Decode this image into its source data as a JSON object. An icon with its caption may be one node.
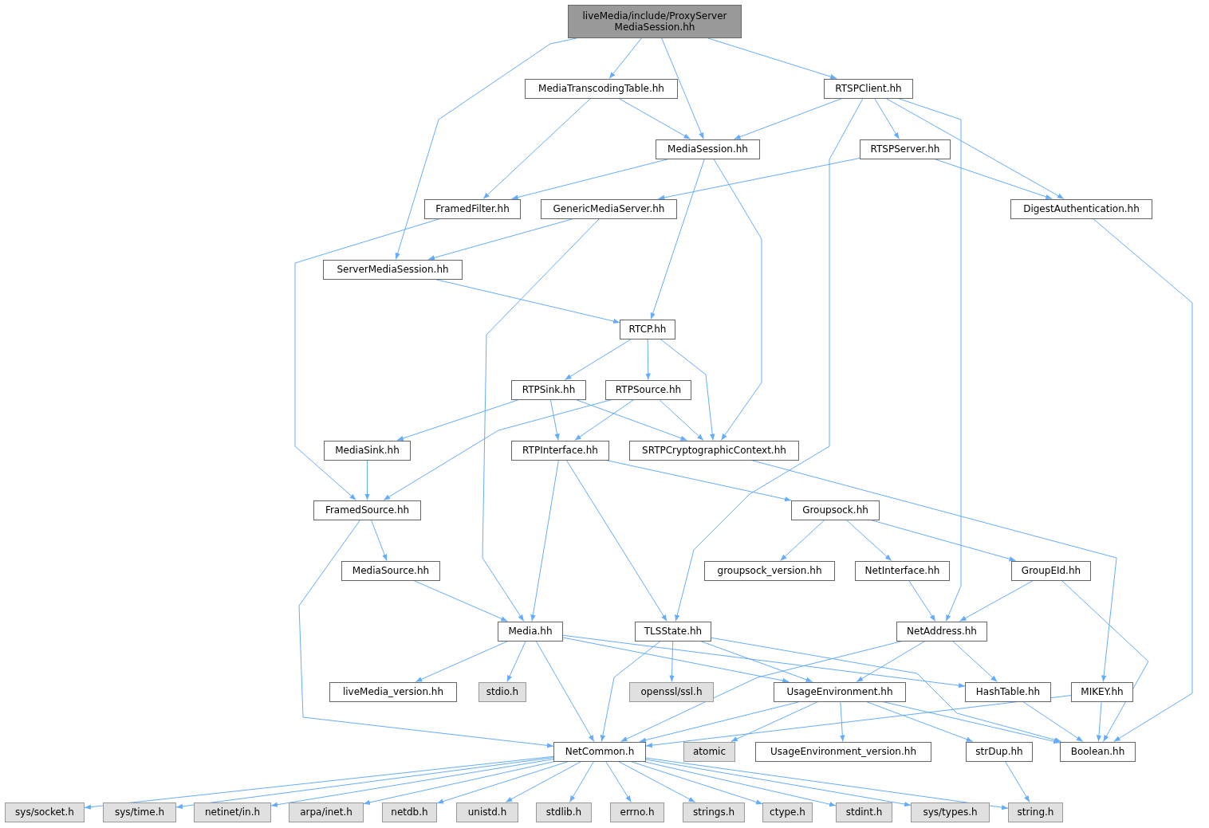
{
  "diagram": {
    "nodes": [
      {
        "text": [
          "liveMedia/include/ProxyServer MediaSession.hh"
        ]
      },
      {
        "text": [
          "MediaTranscodingTable.hh"
        ]
      },
      {
        "text": [
          "MediaSession.hh"
        ]
      },
      {
        "text": [
          "RTSPClient.hh"
        ]
      },
      {
        "text": [
          "RTSPServer.hh"
        ]
      },
      {
        "text": [
          "FramedFilter.hh"
        ]
      },
      {
        "text": [
          "GenericMediaServer.hh"
        ]
      },
      {
        "text": [
          "DigestAuthentication.hh"
        ]
      },
      {
        "text": [
          "ServerMediaSession.hh"
        ]
      },
      {
        "text": [
          "RTCP.hh"
        ]
      },
      {
        "text": [
          "RTPSink.hh"
        ]
      },
      {
        "text": [
          "RTPSource.hh"
        ]
      },
      {
        "text": [
          "MediaSink.hh"
        ]
      },
      {
        "text": [
          "RTPInterface.hh"
        ]
      },
      {
        "text": [
          "SRTPCryptographicContext.hh"
        ]
      },
      {
        "text": [
          "FramedSource.hh"
        ]
      },
      {
        "text": [
          "Groupsock.hh"
        ]
      },
      {
        "text": [
          "MediaSource.hh"
        ]
      },
      {
        "text": [
          "groupsock_version.hh"
        ]
      },
      {
        "text": [
          "NetInterface.hh"
        ]
      },
      {
        "text": [
          "GroupEId.hh"
        ]
      },
      {
        "text": [
          "Media.hh"
        ]
      },
      {
        "text": [
          "TLSState.hh"
        ]
      },
      {
        "text": [
          "NetAddress.hh"
        ]
      },
      {
        "text": [
          "liveMedia_version.hh"
        ]
      },
      {
        "text": [
          "stdio.h"
        ]
      },
      {
        "text": [
          "openssl/ssl.h"
        ]
      },
      {
        "text": [
          "UsageEnvironment.hh"
        ]
      },
      {
        "text": [
          "HashTable.hh"
        ]
      },
      {
        "text": [
          "MIKEY.hh"
        ]
      },
      {
        "text": [
          "NetCommon.h"
        ]
      },
      {
        "text": [
          "atomic"
        ]
      },
      {
        "text": [
          "UsageEnvironment_version.hh"
        ]
      },
      {
        "text": [
          "strDup.hh"
        ]
      },
      {
        "text": [
          "Boolean.hh"
        ]
      },
      {
        "text": [
          "sys/socket.h"
        ]
      },
      {
        "text": [
          "sys/time.h"
        ]
      },
      {
        "text": [
          "netinet/in.h"
        ]
      },
      {
        "text": [
          "arpa/inet.h"
        ]
      },
      {
        "text": [
          "netdb.h"
        ]
      },
      {
        "text": [
          "unistd.h"
        ]
      },
      {
        "text": [
          "stdlib.h"
        ]
      },
      {
        "text": [
          "errno.h"
        ]
      },
      {
        "text": [
          "strings.h"
        ]
      },
      {
        "text": [
          "ctype.h"
        ]
      },
      {
        "text": [
          "stdint.h"
        ]
      },
      {
        "text": [
          "sys/types.h"
        ]
      },
      {
        "text": [
          "string.h"
        ]
      }
    ],
    "edges": [
      {
        "from": 0,
        "to": 8,
        "arrow": "to"
      },
      {
        "from": 0,
        "to": 1,
        "arrow": "to"
      },
      {
        "from": 0,
        "to": 2,
        "arrow": "to"
      },
      {
        "from": 0,
        "to": 3,
        "arrow": "to"
      },
      {
        "from": 1,
        "to": 5,
        "arrow": "to"
      },
      {
        "from": 1,
        "to": 2,
        "arrow": "to"
      },
      {
        "from": 3,
        "to": 2,
        "arrow": "to"
      },
      {
        "from": 3,
        "to": 4,
        "arrow": "to"
      },
      {
        "from": 3,
        "to": 22,
        "arrow": "to"
      },
      {
        "from": 3,
        "to": 23,
        "arrow": "to"
      },
      {
        "from": 3,
        "to": 7,
        "arrow": "to"
      },
      {
        "from": 2,
        "to": 5,
        "arrow": "to"
      },
      {
        "from": 2,
        "to": 9,
        "arrow": "to"
      },
      {
        "from": 2,
        "to": 14,
        "arrow": "to"
      },
      {
        "from": 4,
        "to": 6,
        "arrow": "to"
      },
      {
        "from": 4,
        "to": 7,
        "arrow": "to"
      },
      {
        "from": 5,
        "to": 15,
        "arrow": "to"
      },
      {
        "from": 6,
        "to": 8,
        "arrow": "to"
      },
      {
        "from": 6,
        "to": 21,
        "arrow": "to"
      },
      {
        "from": 7,
        "to": 34,
        "arrow": "to"
      },
      {
        "from": 8,
        "to": 9,
        "arrow": "to"
      },
      {
        "from": 9,
        "to": 10,
        "arrow": "to"
      },
      {
        "from": 9,
        "to": 11,
        "arrow": "to"
      },
      {
        "from": 9,
        "to": 14,
        "arrow": "to"
      },
      {
        "from": 10,
        "to": 12,
        "arrow": "to"
      },
      {
        "from": 10,
        "to": 13,
        "arrow": "to"
      },
      {
        "from": 10,
        "to": 14,
        "arrow": "to"
      },
      {
        "from": 11,
        "to": 13,
        "arrow": "to"
      },
      {
        "from": 11,
        "to": 14,
        "arrow": "to"
      },
      {
        "from": 11,
        "to": 15,
        "arrow": "to"
      },
      {
        "from": 12,
        "to": 15,
        "arrow": "to"
      },
      {
        "from": 13,
        "to": 16,
        "arrow": "to"
      },
      {
        "from": 13,
        "to": 21,
        "arrow": "to"
      },
      {
        "from": 13,
        "to": 22,
        "arrow": "to"
      },
      {
        "from": 14,
        "to": 29,
        "arrow": "to"
      },
      {
        "from": 15,
        "to": 17,
        "arrow": "to"
      },
      {
        "from": 15,
        "to": 30,
        "arrow": "to"
      },
      {
        "from": 16,
        "to": 18,
        "arrow": "to"
      },
      {
        "from": 16,
        "to": 19,
        "arrow": "to"
      },
      {
        "from": 16,
        "to": 20,
        "arrow": "to"
      },
      {
        "from": 17,
        "to": 21,
        "arrow": "to"
      },
      {
        "from": 19,
        "to": 23,
        "arrow": "to"
      },
      {
        "from": 20,
        "to": 23,
        "arrow": "to"
      },
      {
        "from": 20,
        "to": 34,
        "arrow": "to"
      },
      {
        "from": 21,
        "to": 24,
        "arrow": "to"
      },
      {
        "from": 21,
        "to": 25,
        "arrow": "to"
      },
      {
        "from": 21,
        "to": 30,
        "arrow": "to"
      },
      {
        "from": 21,
        "to": 27,
        "arrow": "to"
      },
      {
        "from": 21,
        "to": 28,
        "arrow": "to"
      },
      {
        "from": 22,
        "to": 26,
        "arrow": "to"
      },
      {
        "from": 22,
        "to": 30,
        "arrow": "to"
      },
      {
        "from": 22,
        "to": 27,
        "arrow": "to"
      },
      {
        "from": 22,
        "to": 34,
        "arrow": "to"
      },
      {
        "from": 23,
        "to": 30,
        "arrow": "to"
      },
      {
        "from": 23,
        "to": 27,
        "arrow": "to"
      },
      {
        "from": 23,
        "to": 28,
        "arrow": "to"
      },
      {
        "from": 27,
        "to": 30,
        "arrow": "to"
      },
      {
        "from": 27,
        "to": 31,
        "arrow": "to"
      },
      {
        "from": 27,
        "to": 32,
        "arrow": "to"
      },
      {
        "from": 27,
        "to": 33,
        "arrow": "to"
      },
      {
        "from": 27,
        "to": 34,
        "arrow": "to"
      },
      {
        "from": 28,
        "to": 34,
        "arrow": "to"
      },
      {
        "from": 29,
        "to": 30,
        "arrow": "to"
      },
      {
        "from": 29,
        "to": 34,
        "arrow": "to"
      },
      {
        "from": 33,
        "to": 47,
        "arrow": "to"
      },
      {
        "from": 30,
        "to": 35,
        "arrow": "to"
      },
      {
        "from": 30,
        "to": 36,
        "arrow": "to"
      },
      {
        "from": 30,
        "to": 37,
        "arrow": "to"
      },
      {
        "from": 30,
        "to": 38,
        "arrow": "to"
      },
      {
        "from": 30,
        "to": 39,
        "arrow": "to"
      },
      {
        "from": 30,
        "to": 40,
        "arrow": "to"
      },
      {
        "from": 30,
        "to": 41,
        "arrow": "to"
      },
      {
        "from": 30,
        "to": 42,
        "arrow": "to"
      },
      {
        "from": 30,
        "to": 43,
        "arrow": "to"
      },
      {
        "from": 30,
        "to": 44,
        "arrow": "to"
      },
      {
        "from": 30,
        "to": 45,
        "arrow": "to"
      },
      {
        "from": 30,
        "to": 46,
        "arrow": "to"
      },
      {
        "from": 30,
        "to": 47,
        "arrow": "to"
      }
    ]
  }
}
